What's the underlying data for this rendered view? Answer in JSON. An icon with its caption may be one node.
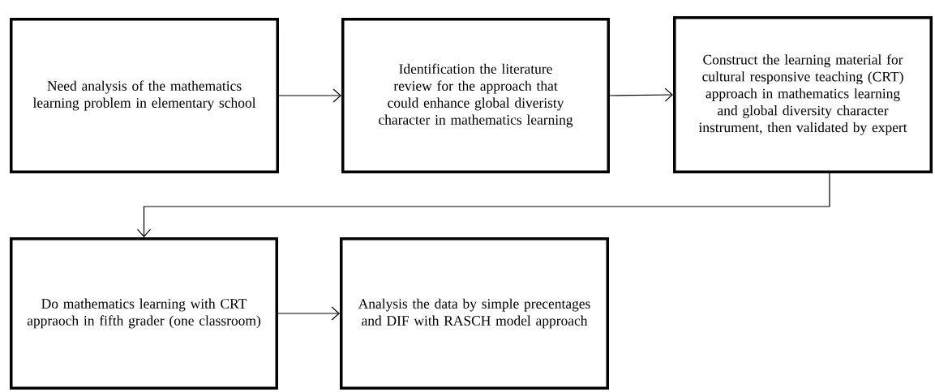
{
  "diagram": {
    "nodes": [
      {
        "text": [
          "Need analysis of the mathematics learning problem in elementary school"
        ]
      },
      {
        "text": [
          "Identification the literature review for the approach that could enhance global diveristy character in mathematics learning"
        ]
      },
      {
        "text": [
          "Construct the learning material for cultural responsive teaching (CRT) approach in mathematics learning and global diversity character instrument, then validated by expert"
        ]
      },
      {
        "text": [
          "Do mathematics learning with CRT appraoch in fifth grader (one classroom)"
        ]
      },
      {
        "text": [
          "Analysis the data by simple precentages and DIF with RASCH model approach"
        ]
      }
    ],
    "edges": [
      {
        "from": 0,
        "to": 1,
        "arrow": "to"
      },
      {
        "from": 1,
        "to": 2,
        "arrow": "to"
      },
      {
        "from": 2,
        "to": 3,
        "arrow": "to"
      },
      {
        "from": 3,
        "to": 4,
        "arrow": "to"
      }
    ]
  }
}
